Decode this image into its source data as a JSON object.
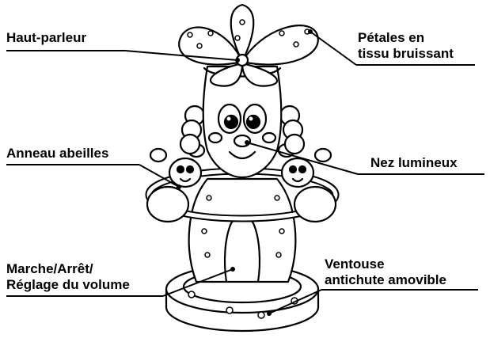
{
  "labels": {
    "speaker": "Haut-parleur",
    "petals_line1": "Pétales en",
    "petals_line2": "tissu bruissant",
    "bee_ring": "Anneau abeilles",
    "nose": "Nez lumineux",
    "power_line1": "Marche/Arrêt/",
    "power_line2": "Réglage du volume",
    "suction_line1": "Ventouse",
    "suction_line2": "antichute amovible"
  },
  "colors": {
    "ink": "#000000",
    "paper": "#ffffff"
  }
}
